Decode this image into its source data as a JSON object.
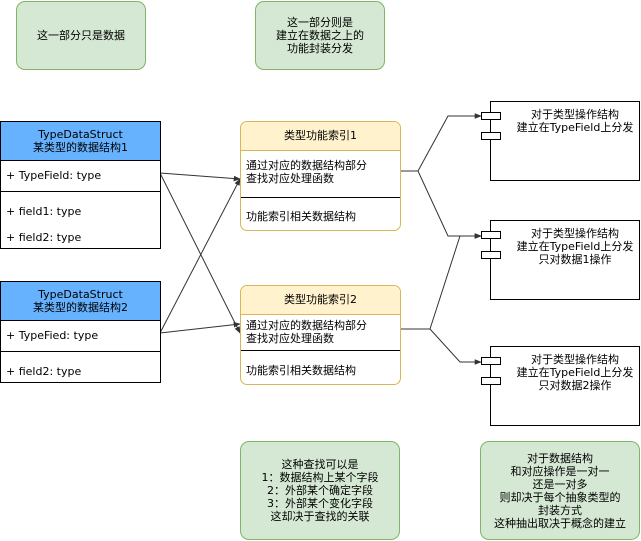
{
  "notes": {
    "data_only": [
      "这一部分只是数据"
    ],
    "function_dispatch": [
      "这一部分则是",
      "建立在数据之上的",
      "功能封装分发"
    ],
    "lookup": [
      "这种查找可以是",
      "1：数据结构上某个字段",
      "2：外部某个确定字段",
      "3：外部某个变化字段",
      "这却决于查找的关联"
    ],
    "relation": [
      "对于数据结构",
      "和对应操作是一对一",
      "还是一对多",
      "则却决于每个抽象类型的",
      "封装方式",
      "这种抽出取决于概念的建立"
    ]
  },
  "structs": [
    {
      "title_lines": [
        "TypeDataStruct",
        "某类型的数据结构1"
      ],
      "key_field": "+ TypeField: type",
      "fields": [
        "+ field1: type",
        "+ field2: type"
      ]
    },
    {
      "title_lines": [
        "TypeDataStruct",
        "某类型的数据结构2"
      ],
      "key_field": "+ TypeFied: type",
      "fields": [
        "+ field2: type"
      ]
    }
  ],
  "indexes": [
    {
      "title": "类型功能索引1",
      "lookup_lines": [
        "通过对应的数据结构部分",
        "查找对应处理函数"
      ],
      "related": "功能索引相关数据结构"
    },
    {
      "title": "类型功能索引2",
      "lookup_lines": [
        "通过对应的数据结构部分",
        "查找对应处理函数"
      ],
      "related": "功能索引相关数据结构"
    }
  ],
  "components": [
    {
      "lines": [
        "对于类型操作结构",
        "建立在TypeField上分发"
      ]
    },
    {
      "lines": [
        "对于类型操作结构",
        "建立在TypeField上分发",
        "只对数据1操作"
      ]
    },
    {
      "lines": [
        "对于类型操作结构",
        "建立在TypeField上分发",
        "只对数据2操作"
      ]
    }
  ],
  "colors": {
    "note_fill": "#d5e8d4",
    "note_stroke": "#82b366",
    "struct_header": "#66b2ff",
    "index_header": "#fff2cc",
    "index_stroke": "#d6b656",
    "edge": "#333333"
  }
}
